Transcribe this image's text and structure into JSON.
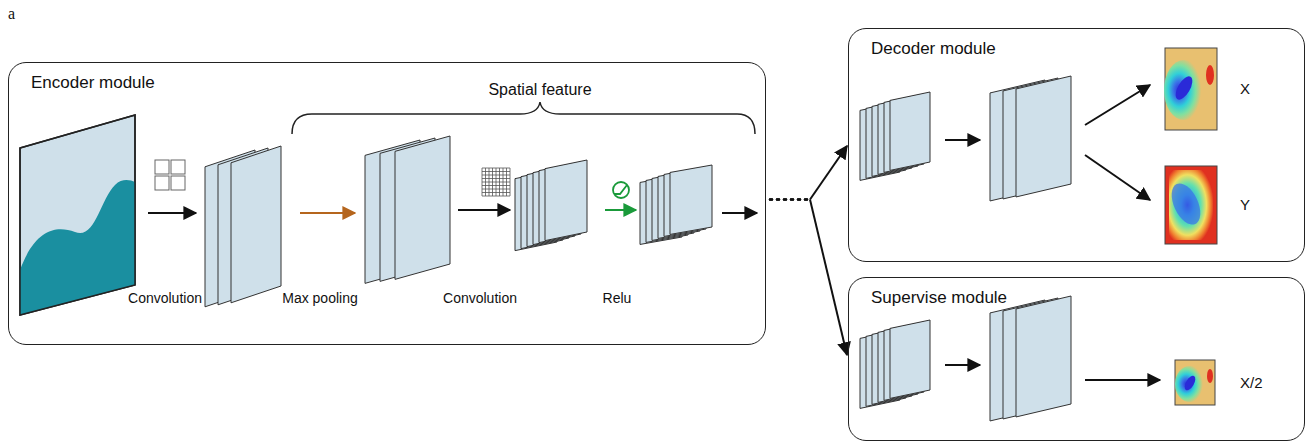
{
  "diagram": {
    "nodes": [
      {
        "text": [
          "Encoder module"
        ]
      },
      {
        "text": [
          "Decoder module"
        ]
      },
      {
        "text": [
          "Supervise module"
        ]
      }
    ],
    "edges": [
      {
        "from": 0,
        "to": 1,
        "arrow": "to"
      },
      {
        "from": 0,
        "to": 2,
        "arrow": "to"
      }
    ],
    "labels": [
      "a",
      "Spatial feature",
      "Convolution",
      "Max pooling",
      "Convolution",
      "Relu",
      "X",
      "Y",
      "X/2"
    ]
  }
}
